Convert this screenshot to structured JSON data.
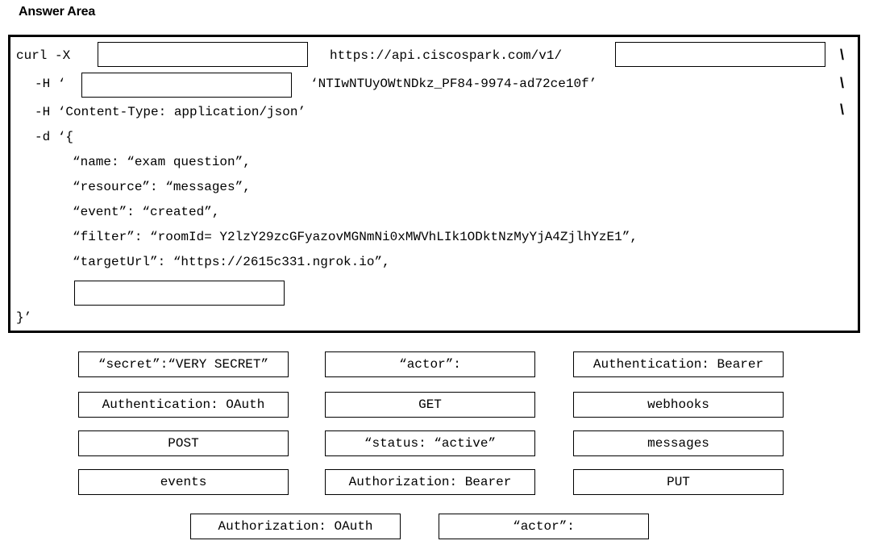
{
  "title": "Answer Area",
  "code": {
    "line1_prefix": "curl -X",
    "line1_url": "https://api.ciscospark.com/v1/",
    "line2_prefix": "-H ‘",
    "line2_token": "‘NTIwNTUyOWtNDkz_PF84-9974-ad72ce10f’",
    "line3": "-H ‘Content-Type: application/json’",
    "line4": "-d ‘{",
    "line5": "“name: “exam question”,",
    "line6": "“resource”: “messages”,",
    "line7": "“event”: “created”,",
    "line8": "“filter”: “roomId= Y2lzY29zcGFyazovMGNmNi0xMWVhLIk1ODktNzMyYjA4ZjlhYzE1”,",
    "line9": "“targetUrl”: “https://2615c331.ngrok.io”,",
    "line10": "}’",
    "line_continuation": "\\"
  },
  "options": [
    "“secret”:“VERY SECRET”",
    "“actor”:",
    "Authentication: Bearer",
    "Authentication: OAuth",
    "GET",
    "webhooks",
    "POST",
    "“status: “active”",
    "messages",
    "events",
    "Authorization: Bearer",
    "PUT",
    "Authorization: OAuth",
    "“actor”:"
  ]
}
